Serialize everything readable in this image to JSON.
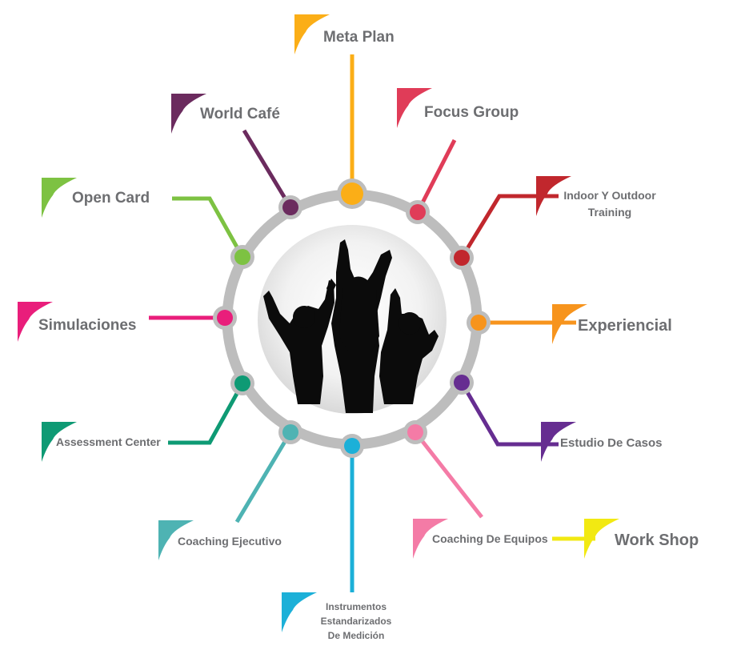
{
  "diagram": {
    "center": {
      "image": "people-celebrating-silhouette"
    },
    "nodes": [
      {
        "id": "meta-plan",
        "label": "Meta Plan",
        "color": "#fbae17"
      },
      {
        "id": "focus-group",
        "label": "Focus Group",
        "color": "#e03c58"
      },
      {
        "id": "indoor-outdoor",
        "label": "Indoor Y Outdoor\nTraining",
        "color": "#c1272d"
      },
      {
        "id": "experiencial",
        "label": "Experiencial",
        "color": "#f7941d"
      },
      {
        "id": "estudio-de-casos",
        "label": "Estudio De Casos",
        "color": "#662d91"
      },
      {
        "id": "work-shop",
        "label": "Work Shop",
        "color": "#f2e912"
      },
      {
        "id": "coaching-de-equipos",
        "label": "Coaching De Equipos",
        "color": "#f47ba6"
      },
      {
        "id": "instrumentos",
        "label": "Instrumentos\nEstandarizados\nDe Medición",
        "color": "#1cb0d8"
      },
      {
        "id": "coaching-ejecutivo",
        "label": "Coaching Ejecutivo",
        "color": "#4eb3b3"
      },
      {
        "id": "assessment-center",
        "label": "Assessment Center",
        "color": "#0e9a74"
      },
      {
        "id": "simulaciones",
        "label": "Simulaciones",
        "color": "#e91e7b"
      },
      {
        "id": "open-card",
        "label": "Open Card",
        "color": "#7dc242"
      },
      {
        "id": "world-cafe",
        "label": "World Café",
        "color": "#6b2b5e"
      }
    ]
  }
}
